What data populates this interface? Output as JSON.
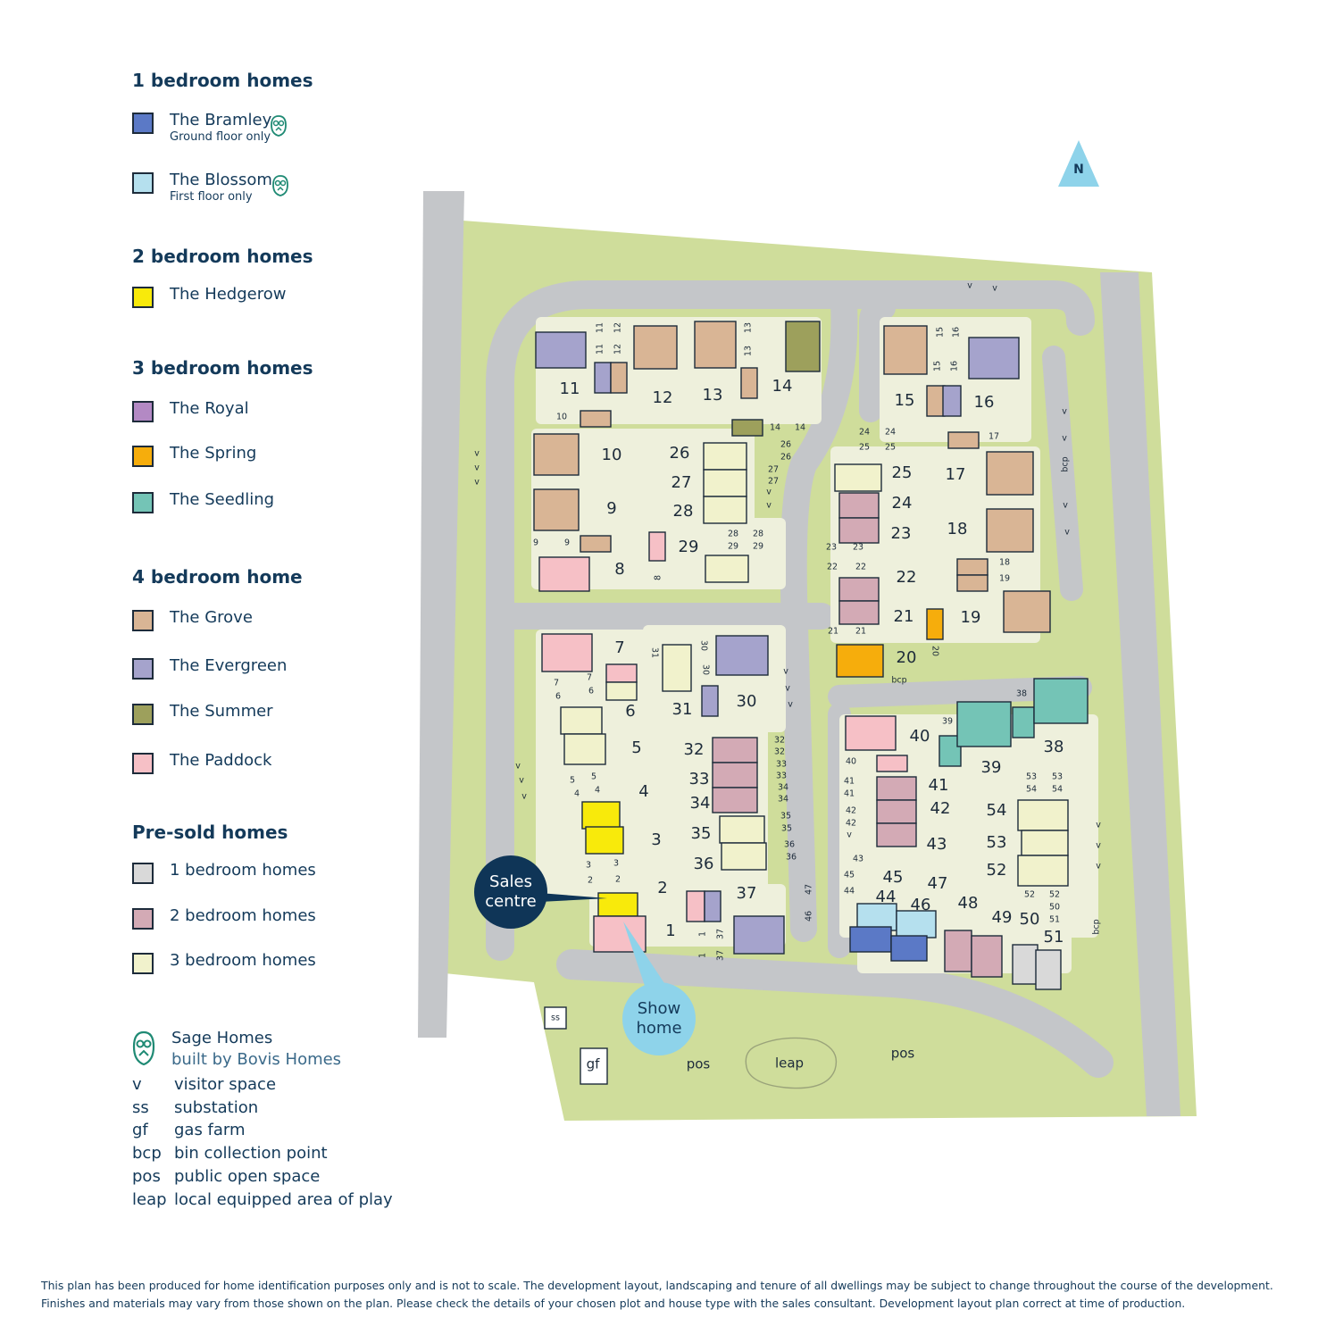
{
  "legend": {
    "sections": [
      {
        "title": "1 bedroom homes",
        "items": [
          {
            "name": "The Bramley",
            "sub": "Ground floor only",
            "color": "#5b79c6",
            "sage": true
          },
          {
            "name": "The Blossom",
            "sub": "First floor only",
            "color": "#b5e0ee",
            "sage": true
          }
        ]
      },
      {
        "title": "2 bedroom homes",
        "items": [
          {
            "name": "The Hedgerow",
            "color": "#f8ea0b"
          }
        ]
      },
      {
        "title": "3 bedroom homes",
        "items": [
          {
            "name": "The Royal",
            "color": "#b389c4"
          },
          {
            "name": "The Spring",
            "color": "#f6ad0c"
          },
          {
            "name": "The Seedling",
            "color": "#74c4b6"
          }
        ]
      },
      {
        "title": "4 bedroom home",
        "items": [
          {
            "name": "The Grove",
            "color": "#d9b595"
          },
          {
            "name": "The Evergreen",
            "color": "#a5a3cc"
          },
          {
            "name": "The Summer",
            "color": "#9da05c"
          },
          {
            "name": "The Paddock",
            "color": "#f6c0c6"
          }
        ]
      },
      {
        "title": "Pre-sold homes",
        "items": [
          {
            "name": "1 bedroom homes",
            "color": "#d9d9d9"
          },
          {
            "name": "2 bedroom homes",
            "color": "#d3aab5"
          },
          {
            "name": "3 bedroom homes",
            "color": "#f1f2cc"
          }
        ]
      }
    ],
    "brand": {
      "line1": "Sage Homes",
      "line2": "built by Bovis Homes"
    },
    "abbreviations": [
      {
        "abbr": "v",
        "desc": "visitor space"
      },
      {
        "abbr": "ss",
        "desc": "substation"
      },
      {
        "abbr": "gf",
        "desc": "gas farm"
      },
      {
        "abbr": "bcp",
        "desc": "bin collection point"
      },
      {
        "abbr": "pos",
        "desc": "public open space"
      },
      {
        "abbr": "leap",
        "desc": "local equipped area of play"
      }
    ]
  },
  "map": {
    "north": "N",
    "sales_centre": "Sales centre",
    "show_home": "Show home",
    "labels": {
      "pos": "pos",
      "leap": "leap",
      "ss": "ss",
      "gf": "gf",
      "bcp": "bcp",
      "v": "v"
    },
    "colors": {
      "grass": "#cfdd9b",
      "road": "#c4c6c9",
      "garden": "#eef0dc",
      "navy": "#0f3557",
      "light_blue": "#8ed3ea"
    }
  },
  "disclaimer": {
    "line1": "This plan has been produced for home identification purposes only and is not to scale. The development layout, landscaping and tenure of all dwellings may be subject to change throughout the course of the development.",
    "line2": "Finishes and materials may vary from those shown on the plan. Please check the details of your chosen plot and house type with the sales consultant. Development layout plan correct at time of production."
  }
}
